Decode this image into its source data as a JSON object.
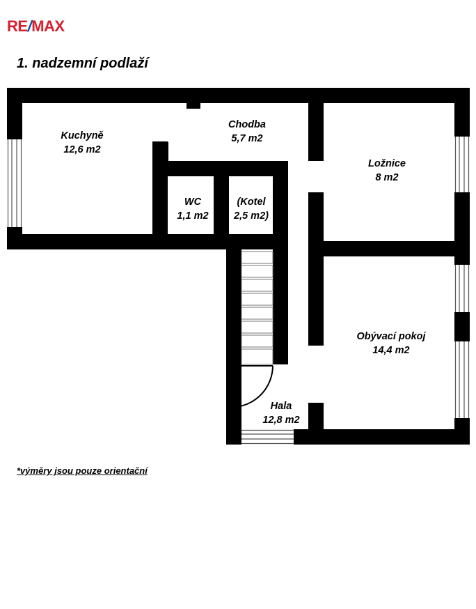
{
  "brand": {
    "name": "RE/MAX",
    "part_re": "RE",
    "part_slash": "/",
    "part_max": "MAX",
    "color_red": "#d5202f",
    "color_blue": "#1452a0"
  },
  "heading": {
    "title": "1. nadzemní podlaží"
  },
  "footnote": {
    "text": "*výměry jsou pouze orientační"
  },
  "floorplan": {
    "wall_color": "#000000",
    "fill_color": "#ffffff",
    "rooms": [
      {
        "key": "kitchen",
        "name": "Kuchyně",
        "area": "12,6 m2"
      },
      {
        "key": "corridor",
        "name": "Chodba",
        "area": "5,7 m2"
      },
      {
        "key": "bedroom",
        "name": "Ložnice",
        "area": "8 m2"
      },
      {
        "key": "wc",
        "name": "WC",
        "area": "1,1 m2"
      },
      {
        "key": "boiler",
        "name": "(Kotel",
        "area": "2,5 m2)"
      },
      {
        "key": "living_room",
        "name": "Obývací pokoj",
        "area": "14,4 m2"
      },
      {
        "key": "hall",
        "name": "Hala",
        "area": "12,8 m2"
      }
    ],
    "features": {
      "staircase_steps": 8,
      "windows": 5,
      "doors": 2
    }
  }
}
